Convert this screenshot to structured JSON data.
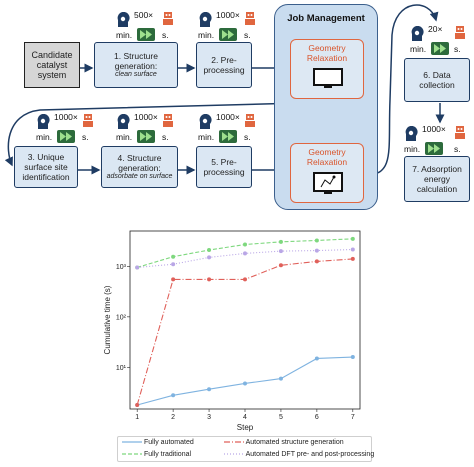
{
  "workflow": {
    "candidate": "Candidate catalyst system",
    "step1": {
      "title": "1. Structure generation:",
      "sub": "clean surface"
    },
    "step2": {
      "title": "2. Pre-processing"
    },
    "step3": {
      "title": "3. Unique surface site identification"
    },
    "step4": {
      "title": "4. Structure generation:",
      "sub": "adsorbate on surface"
    },
    "step5": {
      "title": "5. Pre-processing"
    },
    "step6": {
      "title": "6. Data collection"
    },
    "step7": {
      "title": "7. Adsorption energy calculation"
    },
    "job_management": "Job Management",
    "geometry_relaxation": "Geometry Relaxation"
  },
  "badges": {
    "b1": {
      "mult": "500×",
      "min": "min.",
      "s": "s."
    },
    "b2": {
      "mult": "1000×",
      "min": "min.",
      "s": "s."
    },
    "b3": {
      "mult": "1000×",
      "min": "min.",
      "s": "s."
    },
    "b4": {
      "mult": "1000×",
      "min": "min.",
      "s": "s."
    },
    "b5": {
      "mult": "1000×",
      "min": "min.",
      "s": "s."
    },
    "b6": {
      "mult": "20×",
      "min": "min.",
      "s": "s."
    },
    "b7": {
      "mult": "1000×",
      "min": "min.",
      "s": "s."
    }
  },
  "colors": {
    "fully_automated": "#7fb3e0",
    "fully_traditional": "#7ed87e",
    "automated_structure_generation": "#e0605a",
    "automated_dft": "#b9a6e6",
    "box_fill": "#dbe7f3",
    "arrow": "#1f3c63",
    "orange": "#e0663f"
  },
  "chart_data": {
    "type": "line",
    "xlabel": "Step",
    "ylabel": "Cumulative time (s)",
    "yscale": "log",
    "x": [
      1,
      2,
      3,
      4,
      5,
      6,
      7
    ],
    "xticks": [
      "1",
      "2",
      "3",
      "4",
      "5",
      "6",
      "7"
    ],
    "yticks": [
      "10¹",
      "10²",
      "10³"
    ],
    "ylim": [
      1.5,
      5000
    ],
    "legend_placement": "bottom",
    "series": [
      {
        "name": "Fully automated",
        "style": "solid",
        "values": [
          1.8,
          2.8,
          3.7,
          4.8,
          6,
          15,
          16
        ]
      },
      {
        "name": "Fully traditional",
        "style": "dashed",
        "values": [
          950,
          1550,
          2100,
          2700,
          3050,
          3250,
          3500
        ]
      },
      {
        "name": "Automated structure generation",
        "style": "dashdot",
        "values": [
          1.8,
          550,
          550,
          550,
          1050,
          1250,
          1400
        ]
      },
      {
        "name": "Automated DFT pre- and post-processing",
        "style": "dotted",
        "values": [
          950,
          1100,
          1500,
          1800,
          2000,
          2050,
          2150
        ]
      }
    ]
  }
}
